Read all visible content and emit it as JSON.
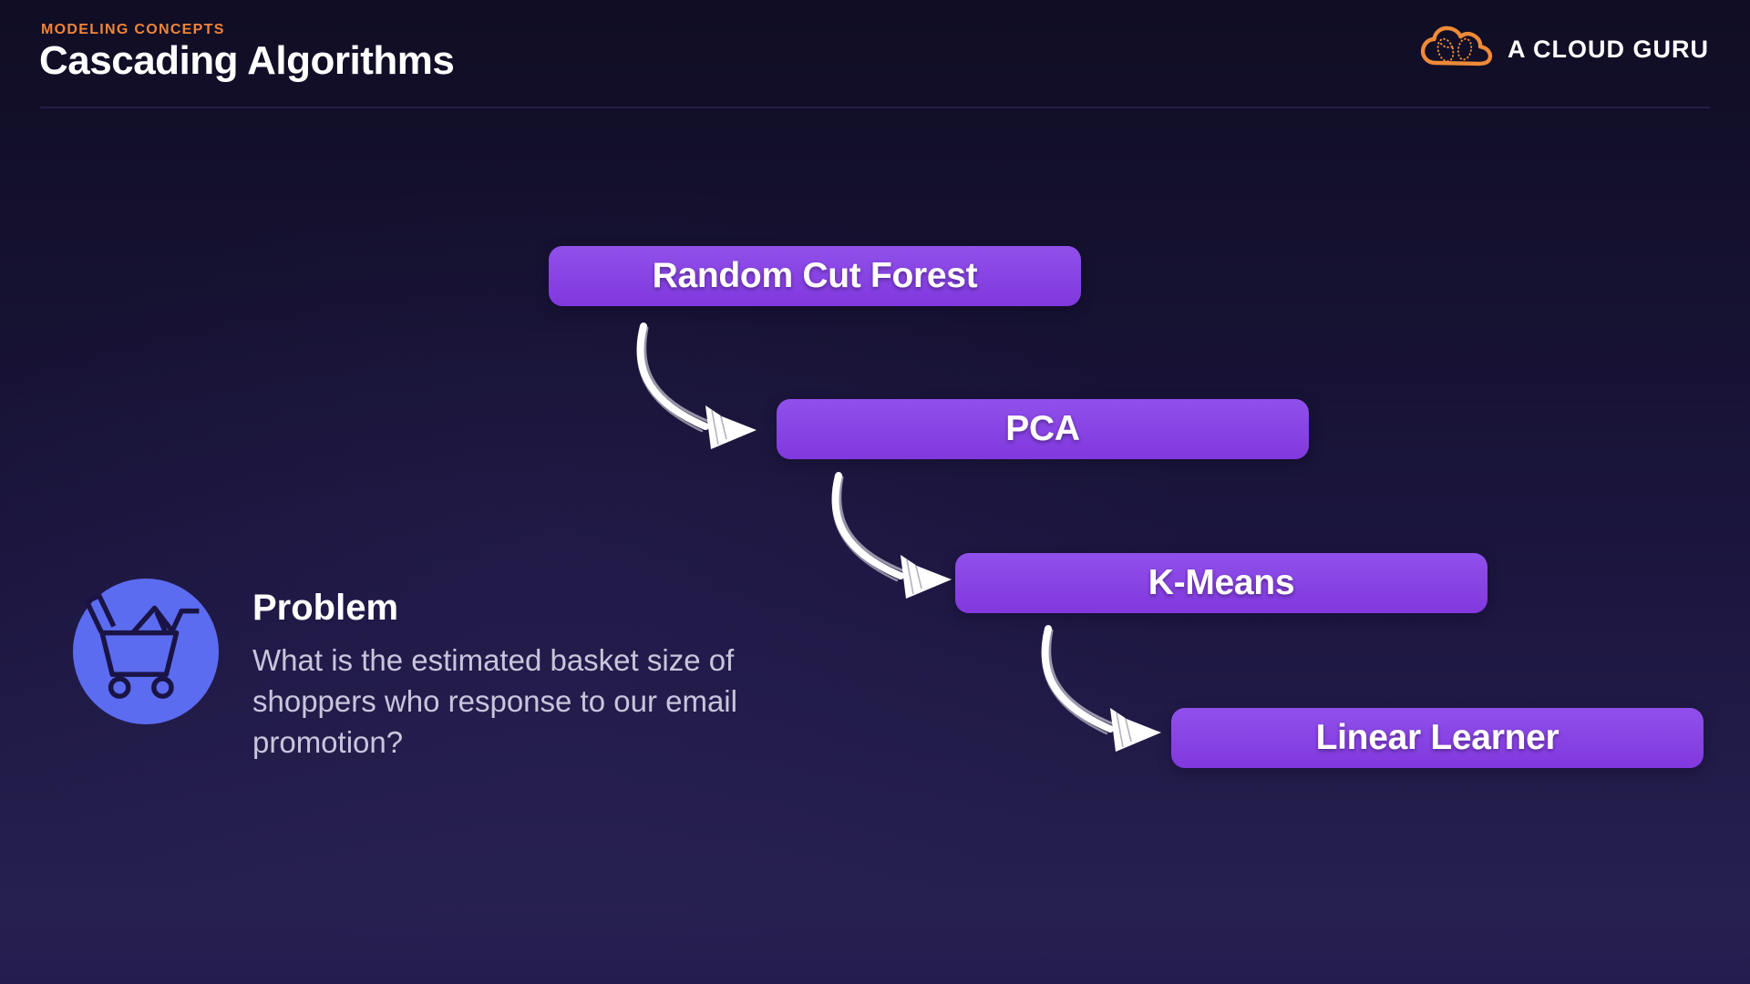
{
  "header": {
    "eyebrow": "MODELING CONCEPTS",
    "title": "Cascading Algorithms"
  },
  "logo": {
    "text": "A CLOUD GURU",
    "icon": "cloud-logo-icon",
    "icon_color": "#ee8a38"
  },
  "cascade": {
    "boxes": [
      {
        "label": "Random Cut Forest"
      },
      {
        "label": "PCA"
      },
      {
        "label": "K-Means"
      },
      {
        "label": "Linear Learner"
      }
    ],
    "arrow_icon": "hand-drawn-arrow",
    "arrow_color": "#ffffff",
    "box_color": "#8a43e4"
  },
  "problem": {
    "icon": "shopping-cart-icon",
    "icon_bg_color": "#5c6cf0",
    "heading": "Problem",
    "lines": [
      "What is the estimated basket size of",
      "shoppers who response to our email",
      "promotion?"
    ]
  },
  "colors": {
    "background_top": "#100d24",
    "background_bottom": "#241c4e",
    "accent_orange": "#f08438",
    "box_purple": "#8a43e4",
    "icon_blue": "#5c6cf0",
    "body_text": "#c9c5dc"
  }
}
